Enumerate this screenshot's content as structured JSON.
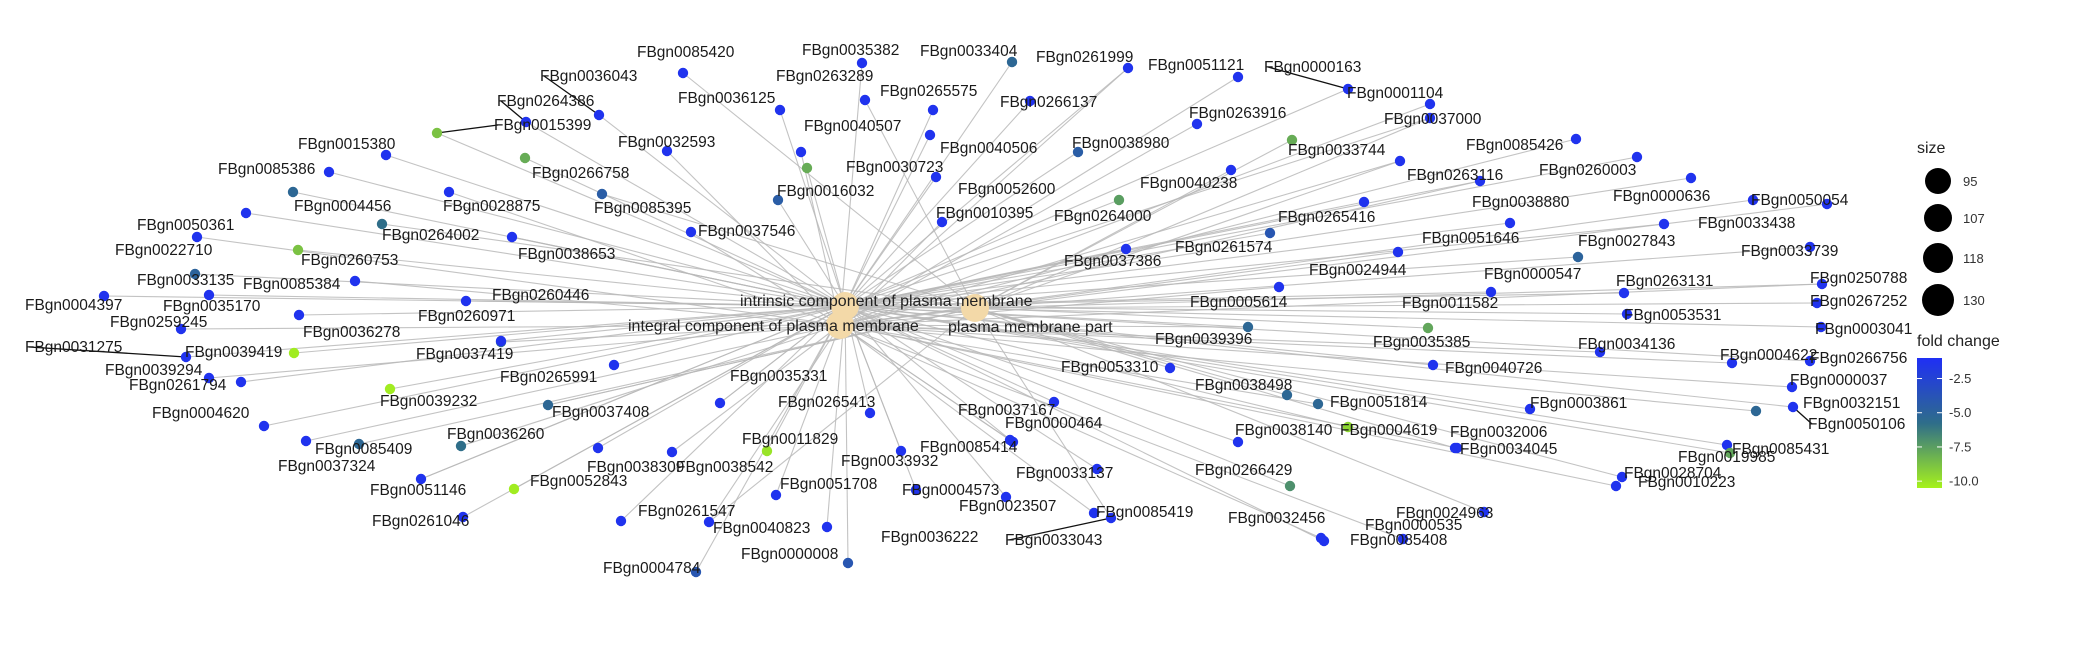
{
  "chart_data": {
    "type": "cnetplot",
    "categories": [
      "intrinsic component of plasma membrane",
      "integral component of plasma membrane",
      "plasma membrane part"
    ],
    "category_color": "#f3d9a8",
    "gene_color_low": "#a6f21c",
    "gene_color_mid": "#2e6d8a",
    "gene_color_high": "#1f2ff5",
    "edge_color": "#b9b9b9",
    "genes": [
      {
        "id": "FBgn0085420",
        "fc": -1.3
      },
      {
        "id": "FBgn0035382",
        "fc": -1.3
      },
      {
        "id": "FBgn0033404",
        "fc": -5.3
      },
      {
        "id": "FBgn0261999",
        "fc": -1.3
      },
      {
        "id": "FBgn0051121",
        "fc": -1.3
      },
      {
        "id": "FBgn0000163",
        "fc": -1.3
      },
      {
        "id": "FBgn0036043",
        "fc": -1.3
      },
      {
        "id": "FBgn0263289",
        "fc": -1.3
      },
      {
        "id": "FBgn0265575",
        "fc": -1.3
      },
      {
        "id": "FBgn0266137",
        "fc": -1.3
      },
      {
        "id": "FBgn0001104",
        "fc": -1.3
      },
      {
        "id": "FBgn0264386",
        "fc": -1.3
      },
      {
        "id": "FBgn0036125",
        "fc": -1.3
      },
      {
        "id": "FBgn0263916",
        "fc": -1.3
      },
      {
        "id": "FBgn0037000",
        "fc": -1.3
      },
      {
        "id": "FBgn0015399",
        "fc": -8.8
      },
      {
        "id": "FBgn0040507",
        "fc": -1.3
      },
      {
        "id": "FBgn0038980",
        "fc": -4.5
      },
      {
        "id": "FBgn0015380",
        "fc": -1.3
      },
      {
        "id": "FBgn0032593",
        "fc": -1.3
      },
      {
        "id": "FBgn0040506",
        "fc": -1.3
      },
      {
        "id": "FBgn0033744",
        "fc": -8.0
      },
      {
        "id": "FBgn0085426",
        "fc": -1.3
      },
      {
        "id": "FBgn0030723",
        "fc": -8.0
      },
      {
        "id": "FBgn0266758",
        "fc": -8.0
      },
      {
        "id": "FBgn0263116",
        "fc": -1.3
      },
      {
        "id": "FBgn0260003",
        "fc": -1.3
      },
      {
        "id": "FBgn0085386",
        "fc": -1.3
      },
      {
        "id": "FBgn0040238",
        "fc": -1.3
      },
      {
        "id": "FBgn0052600",
        "fc": -1.3
      },
      {
        "id": "FBgn0000636",
        "fc": -1.3
      },
      {
        "id": "FBgn0050054",
        "fc": -1.3
      },
      {
        "id": "FBgn0016032",
        "fc": -4.5
      },
      {
        "id": "FBgn0004456",
        "fc": -5.3
      },
      {
        "id": "FBgn0028875",
        "fc": -1.3
      },
      {
        "id": "FBgn0085395",
        "fc": -4.5
      },
      {
        "id": "FBgn0038880",
        "fc": -1.3
      },
      {
        "id": "FBgn0010395",
        "fc": -1.3
      },
      {
        "id": "FBgn0264000",
        "fc": -7.5
      },
      {
        "id": "FBgn0265416",
        "fc": -1.3
      },
      {
        "id": "FBgn0033438",
        "fc": -1.3
      },
      {
        "id": "FBgn0050361",
        "fc": -1.3
      },
      {
        "id": "FBgn0264002",
        "fc": -5.8
      },
      {
        "id": "FBgn0037546",
        "fc": -1.3
      },
      {
        "id": "FBgn0051646",
        "fc": -1.3
      },
      {
        "id": "FBgn0027843",
        "fc": -1.3
      },
      {
        "id": "FBgn0022710",
        "fc": -1.3
      },
      {
        "id": "FBgn0038653",
        "fc": -1.3
      },
      {
        "id": "FBgn0261574",
        "fc": -4.0
      },
      {
        "id": "FBgn0033739",
        "fc": -1.3
      },
      {
        "id": "FBgn0260753",
        "fc": -8.8
      },
      {
        "id": "FBgn0037386",
        "fc": -1.3
      },
      {
        "id": "FBgn0024944",
        "fc": -1.3
      },
      {
        "id": "FBgn0000547",
        "fc": -5.0
      },
      {
        "id": "FBgn0033135",
        "fc": -5.0
      },
      {
        "id": "FBgn0085384",
        "fc": -1.3
      },
      {
        "id": "FBgn0260446",
        "fc": -1.3
      },
      {
        "id": "FBgn0263131",
        "fc": -1.3
      },
      {
        "id": "FBgn0250788",
        "fc": -1.3
      },
      {
        "id": "FBgn0004397",
        "fc": -1.3
      },
      {
        "id": "FBgn0035170",
        "fc": -1.3
      },
      {
        "id": "FBgn0005614",
        "fc": -1.3
      },
      {
        "id": "FBgn0011582",
        "fc": -1.3
      },
      {
        "id": "FBgn0267252",
        "fc": -1.3
      },
      {
        "id": "FBgn0259245",
        "fc": -1.3
      },
      {
        "id": "FBgn0260971",
        "fc": -1.3
      },
      {
        "id": "FBgn0053531",
        "fc": -1.3
      },
      {
        "id": "FBgn0036278",
        "fc": -5.3
      },
      {
        "id": "FBgn0003041",
        "fc": -1.3
      },
      {
        "id": "FBgn0039396",
        "fc": -5.3
      },
      {
        "id": "FBgn0035385",
        "fc": -7.8
      },
      {
        "id": "FBgn0031275",
        "fc": -1.3
      },
      {
        "id": "FBgn0039419",
        "fc": -10.3
      },
      {
        "id": "FBgn0034136",
        "fc": -1.3
      },
      {
        "id": "FBgn0037419",
        "fc": -1.3
      },
      {
        "id": "FBgn0266756",
        "fc": -1.3
      },
      {
        "id": "FBgn0039294",
        "fc": -1.3
      },
      {
        "id": "FBgn0053310",
        "fc": -1.3
      },
      {
        "id": "FBgn0040726",
        "fc": -1.3
      },
      {
        "id": "FBgn0004622",
        "fc": -1.3
      },
      {
        "id": "FBgn0035331",
        "fc": -1.3
      },
      {
        "id": "FBgn0265991",
        "fc": -1.3
      },
      {
        "id": "FBgn0000037",
        "fc": -1.3
      },
      {
        "id": "FBgn0261794",
        "fc": -1.3
      },
      {
        "id": "FBgn0038498",
        "fc": -5.3
      },
      {
        "id": "FBgn0032151",
        "fc": -5.3
      },
      {
        "id": "FBgn0039232",
        "fc": -10.3
      },
      {
        "id": "FBgn0265413",
        "fc": -1.3
      },
      {
        "id": "FBgn0051814",
        "fc": -5.3
      },
      {
        "id": "FBgn0003861",
        "fc": -1.3
      },
      {
        "id": "FBgn0004620",
        "fc": -1.3
      },
      {
        "id": "FBgn0037408",
        "fc": -5.3
      },
      {
        "id": "FBgn0037167",
        "fc": -1.3
      },
      {
        "id": "FBgn0050106",
        "fc": -1.3
      },
      {
        "id": "FBgn0000464",
        "fc": -1.3
      },
      {
        "id": "FBgn0004619",
        "fc": -9.5
      },
      {
        "id": "FBgn0038140",
        "fc": -1.3
      },
      {
        "id": "FBgn0036260",
        "fc": -5.8
      },
      {
        "id": "FBgn0032006",
        "fc": -1.3
      },
      {
        "id": "FBgn0085431",
        "fc": -1.3
      },
      {
        "id": "FBgn0085409",
        "fc": -1.3
      },
      {
        "id": "FBgn0011829",
        "fc": -10.0
      },
      {
        "id": "FBgn0085414",
        "fc": -1.3
      },
      {
        "id": "FBgn0034045",
        "fc": -1.3
      },
      {
        "id": "FBgn0038309",
        "fc": -1.3
      },
      {
        "id": "FBgn0037324",
        "fc": -5.3
      },
      {
        "id": "FBgn0038542",
        "fc": -1.3
      },
      {
        "id": "FBgn0033932",
        "fc": -1.3
      },
      {
        "id": "FBgn0019985",
        "fc": -7.8
      },
      {
        "id": "FBgn0028704",
        "fc": -1.3
      },
      {
        "id": "FBgn0033137",
        "fc": -1.3
      },
      {
        "id": "FBgn0266429",
        "fc": -7.0
      },
      {
        "id": "FBgn0010223",
        "fc": -1.3
      },
      {
        "id": "FBgn0051146",
        "fc": -1.3
      },
      {
        "id": "FBgn0052843",
        "fc": -10.3
      },
      {
        "id": "FBgn0051708",
        "fc": -1.3
      },
      {
        "id": "FBgn0004573",
        "fc": -1.3
      },
      {
        "id": "FBgn0023507",
        "fc": -1.3
      },
      {
        "id": "FBgn0085419",
        "fc": -1.3
      },
      {
        "id": "FBgn0024963",
        "fc": -1.3
      },
      {
        "id": "FBgn0032456",
        "fc": -1.3
      },
      {
        "id": "FBgn0000535",
        "fc": -1.3
      },
      {
        "id": "FBgn0261046",
        "fc": -1.3
      },
      {
        "id": "FBgn0261547",
        "fc": -1.3
      },
      {
        "id": "FBgn0040823",
        "fc": -1.3
      },
      {
        "id": "FBgn0036222",
        "fc": -1.3
      },
      {
        "id": "FBgn0033043",
        "fc": -1.3
      },
      {
        "id": "FBgn0085408",
        "fc": -1.3
      },
      {
        "id": "FBgn0000008",
        "fc": -4.0
      },
      {
        "id": "FBgn0004784",
        "fc": -4.0
      }
    ],
    "legend": {
      "size_title": "size",
      "size_values": [
        95,
        107,
        118,
        130
      ],
      "color_title": "fold change",
      "color_ticks": [
        -2.5,
        -5.0,
        -7.5,
        -10.0
      ],
      "color_range": [
        -10.5,
        -1.0
      ],
      "placement": "right"
    }
  }
}
